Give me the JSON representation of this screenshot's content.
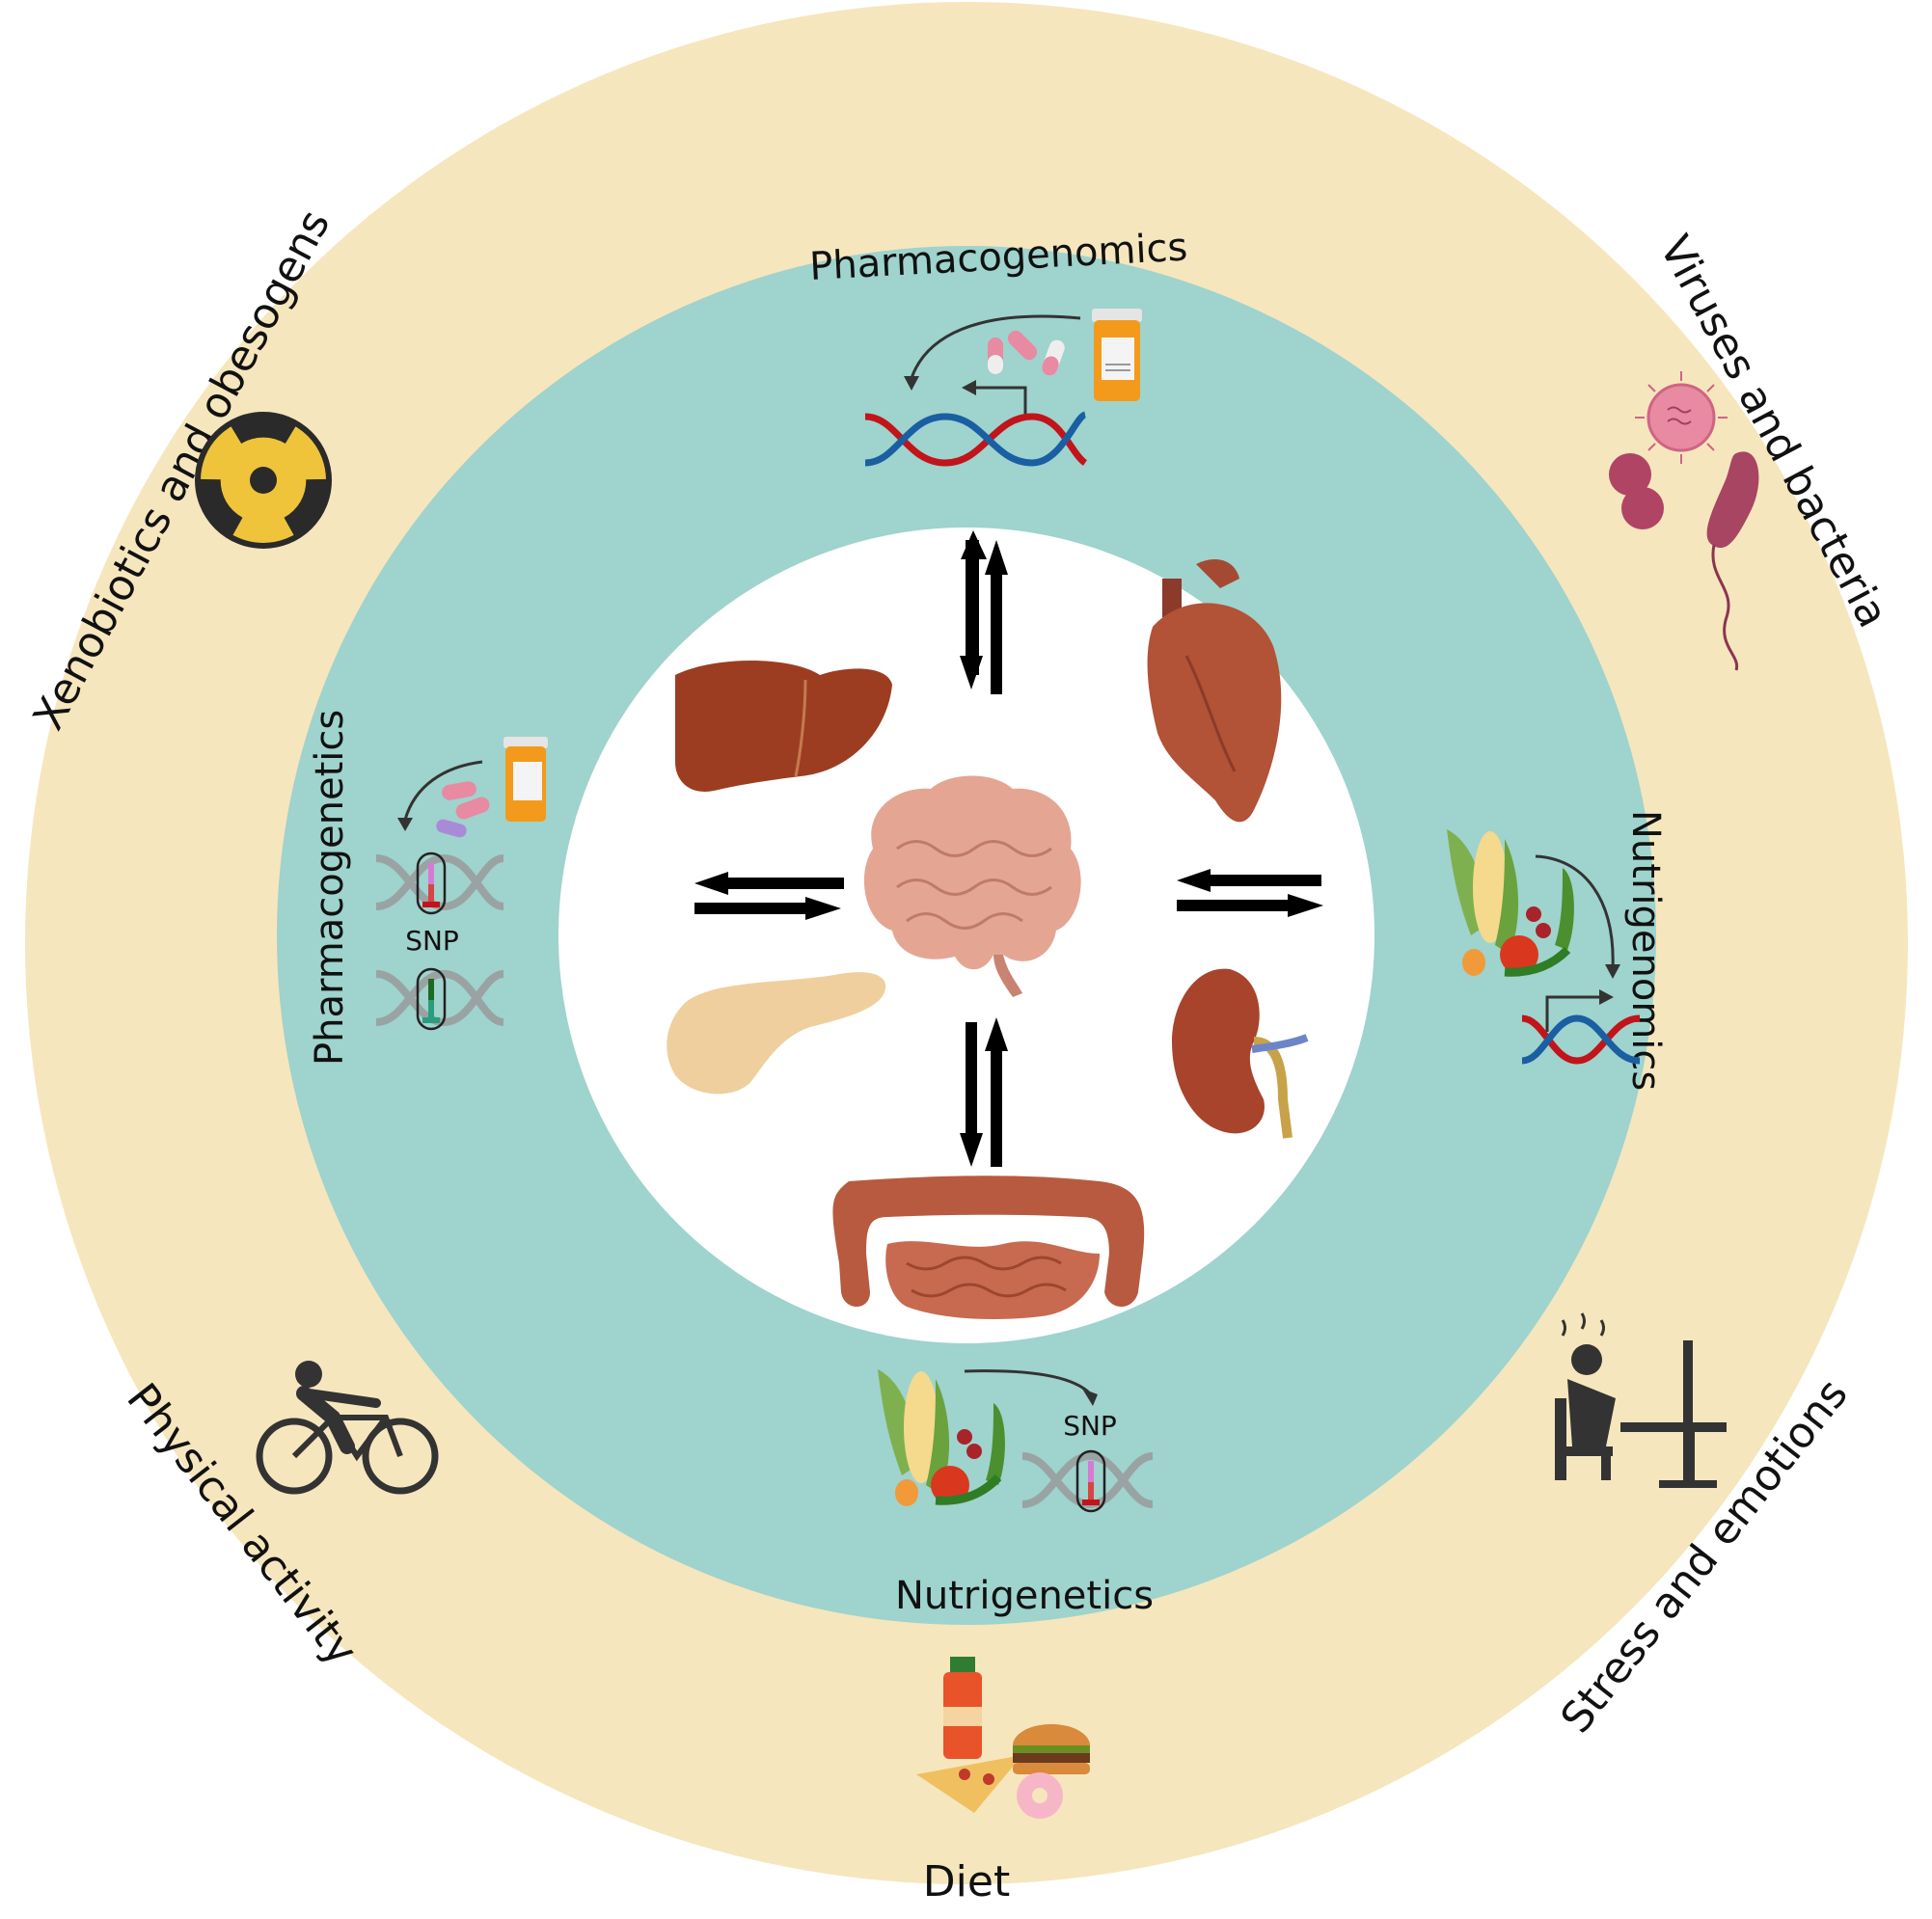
{
  "title": "Factors influencing organ crosstalk",
  "colors": {
    "outer_ring": "#f6e6bd",
    "inner_ring": "#9fd3cd",
    "center": "#ffffff",
    "text": "#111111",
    "dna_red": "#c2141b",
    "dna_blue": "#1a5fa2",
    "pill_pink": "#e07a95",
    "bottle_orange": "#f39a1c",
    "microbe": "#b04465",
    "organ_brown": "#9c3d22",
    "brain_pink": "#e4a693",
    "pancreas": "#efcf9e",
    "radiation_yellow": "#efc43a"
  },
  "outer_factors": [
    {
      "label": "Xenobiotics and obesogens",
      "icon": "radiation-icon"
    },
    {
      "label": "Viruses and bacteria",
      "icon": "microbes-icon"
    },
    {
      "label": "Physical activity",
      "icon": "cyclist-icon"
    },
    {
      "label": "Diet",
      "icon": "junk-food-icon"
    },
    {
      "label": "Stress and emotions",
      "icon": "stressed-person-icon"
    }
  ],
  "inner_disciplines": [
    {
      "label": "Pharmacogenomics",
      "icon": "drug-to-gene-expression-icon"
    },
    {
      "label": "Pharmacogenetics",
      "icon": "drug-snp-icon",
      "snp_label": "SNP"
    },
    {
      "label": "Nutrigenomics",
      "icon": "food-to-gene-expression-icon"
    },
    {
      "label": "Nutrigenetics",
      "icon": "food-snp-icon",
      "snp_label": "SNP"
    }
  ],
  "center": {
    "hub": "brain",
    "organs": [
      "liver",
      "heart",
      "pancreas",
      "kidney",
      "intestine"
    ],
    "arrows": [
      "bidirectional-top",
      "bidirectional-left",
      "bidirectional-right",
      "bidirectional-bottom"
    ]
  }
}
